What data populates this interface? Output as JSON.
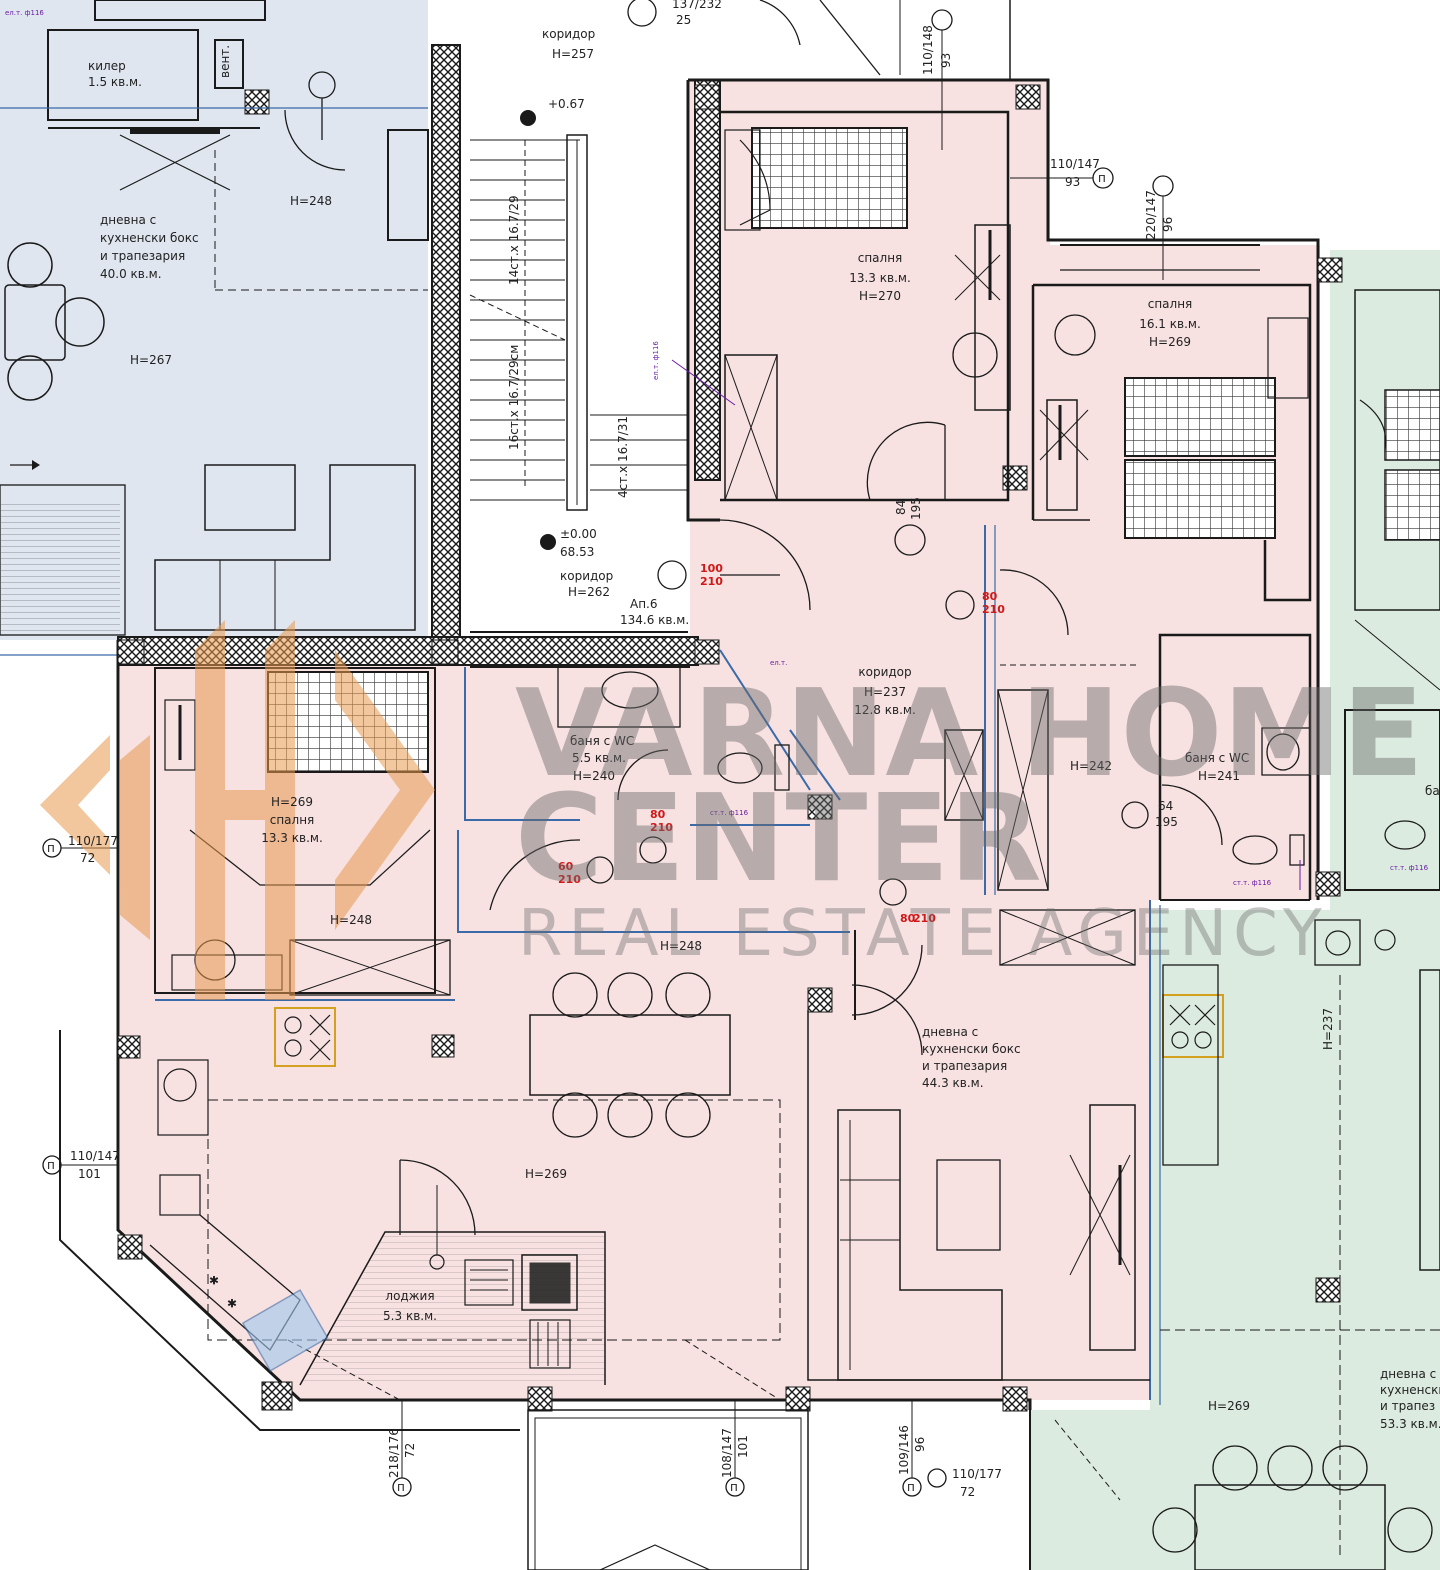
{
  "rooms": {
    "kiler": {
      "name": "килер",
      "area": "1.5 кв.м."
    },
    "vent": {
      "name": "вент."
    },
    "left_living": {
      "l1": "дневна с",
      "l2": "кухненски бокс",
      "l3": "и трапезария",
      "area": "40.0 кв.м.",
      "h1": "H=248",
      "h2": "H=267"
    },
    "stair_top": {
      "name": "коридор",
      "h": "H=257"
    },
    "stair_mark": {
      "value": "+0.67"
    },
    "stair_runs": [
      "14ст.х 16.7/29",
      "16ст.х 16.7/29см",
      "4ст.х 16.7/31"
    ],
    "stair_bottom": {
      "mark": "±0.00",
      "elev": "68.53",
      "name": "коридор",
      "h": "H=262"
    },
    "apt": {
      "name": "Ап.6",
      "area": "134.6 кв.м."
    },
    "bed1": {
      "name": "спалня",
      "area": "13.3 кв.м.",
      "h": "H=270"
    },
    "bed2": {
      "name": "спалня",
      "area": "16.1 кв.м.",
      "h": "H=269"
    },
    "corridor": {
      "name": "коридор",
      "h": "H=237",
      "area": "12.8 кв.м."
    },
    "h242": "H=242",
    "bath_right": {
      "name": "баня с WC",
      "h": "H=241"
    },
    "bath_left": {
      "name": "баня с WC",
      "area": "5.5 кв.м.",
      "h": "H=240"
    },
    "bed3": {
      "h": "H=269",
      "name": "спалня",
      "area": "13.3 кв.м.",
      "h2": "H=248"
    },
    "hall_h": "H=248",
    "living": {
      "l1": "дневна с",
      "l2": "кухненски бокс",
      "l3": "и трапезария",
      "area": "44.3 кв.м."
    },
    "kitchen_h": "H=269",
    "loggia": {
      "name": "лоджия",
      "area": "5.3 кв.м."
    },
    "right_h237": "H=237",
    "right_h269": "H=269",
    "right_living": {
      "l1": "дневна с",
      "l2": "кухненски",
      "l3": "и трапез",
      "area": "53.3 кв.м."
    },
    "right_ba": "ба"
  },
  "dims": {
    "top1": {
      "a": "137/232",
      "b": "25"
    },
    "top2": {
      "a": "110/148",
      "b": "93"
    },
    "right1": {
      "a": "110/147",
      "b": "93"
    },
    "right2": {
      "a": "220/147",
      "b": "96"
    },
    "d_bed1": {
      "a": "84",
      "b": "195"
    },
    "d_bath_r": {
      "a": "64",
      "b": "195"
    },
    "left1": {
      "a": "110/177",
      "b": "72"
    },
    "left2": {
      "a": "110/147",
      "b": "101"
    },
    "bot1": {
      "a": "218/176",
      "b": "72"
    },
    "bot2": {
      "a": "108/147",
      "b": "101"
    },
    "bot3": {
      "a": "109/146",
      "b": "96"
    },
    "bot4": {
      "a": "110/177",
      "b": "72"
    },
    "red1": {
      "a": "100",
      "b": "210"
    },
    "red2": {
      "a": "80",
      "b": "210"
    },
    "red3": {
      "a": "60",
      "b": "210"
    },
    "red4": {
      "a": "80",
      "b": "210"
    },
    "red5": {
      "a": "80",
      "b": "210"
    },
    "circ": "п"
  },
  "electrical": {
    "tag": "ел.т.",
    "tag2": "ел.т. ф116",
    "tag3": "ст.т. ф116"
  },
  "watermark": {
    "line1": "VARNA HOME",
    "line2": "CENTER",
    "line3": "REAL ESTATE AGENCY"
  },
  "colors": {
    "apt": "#f7e1e1",
    "left_apt": "#dfe6f0",
    "right_apt": "#dcebe0",
    "wall": "#1a1a1a",
    "glazing": "#3a6aa8",
    "logo": "#e89a50"
  }
}
